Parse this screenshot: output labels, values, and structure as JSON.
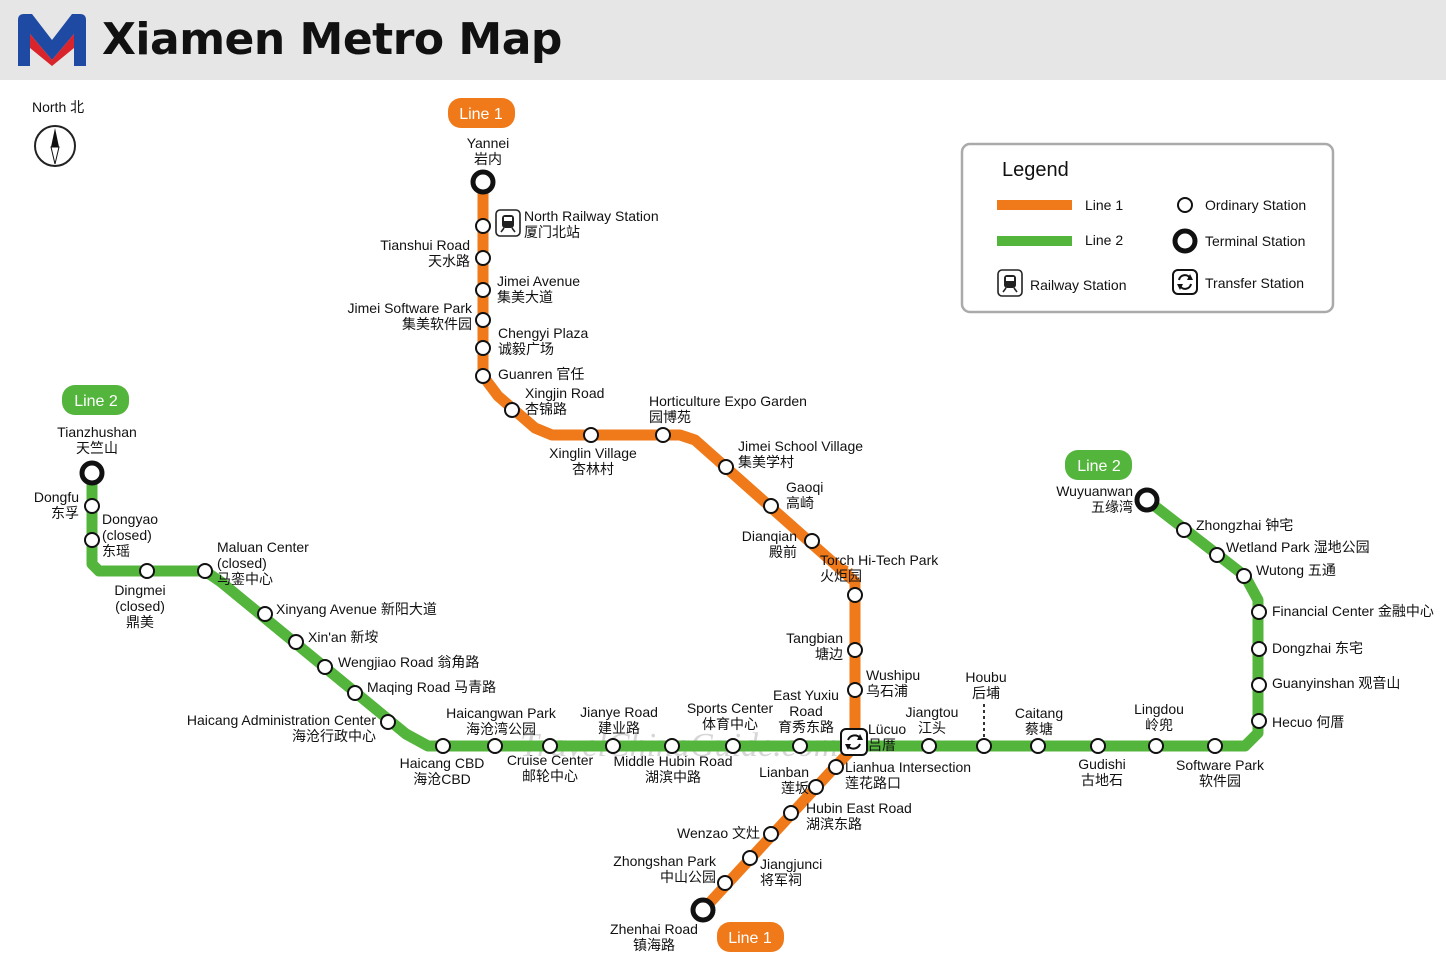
{
  "header": {
    "title": "Xiamen Metro Map",
    "logo_icon": "metro-m-logo-icon",
    "logo_colors": [
      "#1e4aa3",
      "#d9242b"
    ]
  },
  "compass": {
    "label": "North 北",
    "icon": "compass-north-icon"
  },
  "colors": {
    "line1": "#f07a1a",
    "line2": "#54b53d",
    "watermark": "#cfcfcf"
  },
  "watermark": "TravelChinaGuide.com",
  "badges": {
    "line1": "Line 1",
    "line2": "Line 2"
  },
  "legend": {
    "title": "Legend",
    "line1": "Line 1",
    "line2": "Line 2",
    "railway": "Railway Station",
    "ordinary": "Ordinary Station",
    "terminal": "Terminal Station",
    "transfer": "Transfer Station"
  },
  "stations": {
    "yannei": [
      "Yannei",
      "岩内"
    ],
    "north_railway": [
      "North Railway Station",
      "厦门北站"
    ],
    "tianshui": [
      "Tianshui Road",
      "天水路"
    ],
    "jimei_ave": [
      "Jimei Avenue",
      "集美大道"
    ],
    "jimei_sw": [
      "Jimei Software Park",
      "集美软件园"
    ],
    "chengyi": [
      "Chengyi Plaza",
      "诚毅广场"
    ],
    "guanren": [
      "Guanren 官任"
    ],
    "xingjin": [
      "Xingjin Road",
      "杏锦路"
    ],
    "xinglin": [
      "Xinglin Village",
      "杏林村"
    ],
    "horti": [
      "Horticulture Expo Garden",
      "园博苑"
    ],
    "jimei_school": [
      "Jimei School Village",
      "集美学村"
    ],
    "gaoqi": [
      "Gaoqi",
      "高崎"
    ],
    "dianqian": [
      "Dianqian",
      "殿前"
    ],
    "torch": [
      "Torch Hi-Tech Park",
      "火炬园"
    ],
    "tangbian": [
      "Tangbian",
      "塘边"
    ],
    "wushipu": [
      "Wushipu",
      "乌石浦"
    ],
    "lucuo": [
      "Lücuo",
      "吕厝"
    ],
    "lianhua": [
      "Lianhua Intersection",
      "莲花路口"
    ],
    "lianban": [
      "Lianban",
      "莲坂"
    ],
    "hubin_east": [
      "Hubin East Road",
      "湖滨东路"
    ],
    "wenzao": [
      "Wenzao 文灶"
    ],
    "jiangjunci": [
      "Jiangjunci",
      "将军祠"
    ],
    "zhongshan": [
      "Zhongshan Park",
      "中山公园"
    ],
    "zhenhai": [
      "Zhenhai Road",
      "镇海路"
    ],
    "tianzhushan": [
      "Tianzhushan",
      "天竺山"
    ],
    "dongfu": [
      "Dongfu",
      "东孚"
    ],
    "dongyao": [
      "Dongyao",
      "(closed)",
      "东瑶"
    ],
    "dingmei": [
      "Dingmei",
      "(closed)",
      "鼎美"
    ],
    "maluan": [
      "Maluan Center",
      "(closed)",
      "马銮中心"
    ],
    "xinyang": [
      "Xinyang Avenue 新阳大道"
    ],
    "xinan": [
      "Xin'an 新垵"
    ],
    "wengjiao": [
      "Wengjiao Road 翁角路"
    ],
    "maqing": [
      "Maqing Road 马青路"
    ],
    "haicang_admin": [
      "Haicang Administration Center",
      "海沧行政中心"
    ],
    "haicang_cbd": [
      "Haicang CBD",
      "海沧CBD"
    ],
    "haicangwan": [
      "Haicangwan Park",
      "海沧湾公园"
    ],
    "cruise": [
      "Cruise Center",
      "邮轮中心"
    ],
    "jianye": [
      "Jianye Road",
      "建业路"
    ],
    "middle_hubin": [
      "Middle Hubin Road",
      "湖滨中路"
    ],
    "sports": [
      "Sports Center",
      "体育中心"
    ],
    "east_yuxiu": [
      "East Yuxiu",
      "Road",
      "育秀东路"
    ],
    "jiangtou": [
      "Jiangtou",
      "江头"
    ],
    "houbu": [
      "Houbu",
      "后埔"
    ],
    "caitang": [
      "Caitang",
      "蔡塘"
    ],
    "gudishi": [
      "Gudishi",
      "古地石"
    ],
    "lingdou": [
      "Lingdou",
      "岭兜"
    ],
    "software_park": [
      "Software Park",
      "软件园"
    ],
    "wuyuanwan": [
      "Wuyuanwan",
      "五缘湾"
    ],
    "zhongzhai": [
      "Zhongzhai 钟宅"
    ],
    "wetland": [
      "Wetland Park 湿地公园"
    ],
    "wutong": [
      "Wutong 五通"
    ],
    "financial": [
      "Financial Center 金融中心"
    ],
    "dongzhai": [
      "Dongzhai 东宅"
    ],
    "guanyinshan": [
      "Guanyinshan 观音山"
    ],
    "hecuo": [
      "Hecuo 何厝"
    ]
  }
}
